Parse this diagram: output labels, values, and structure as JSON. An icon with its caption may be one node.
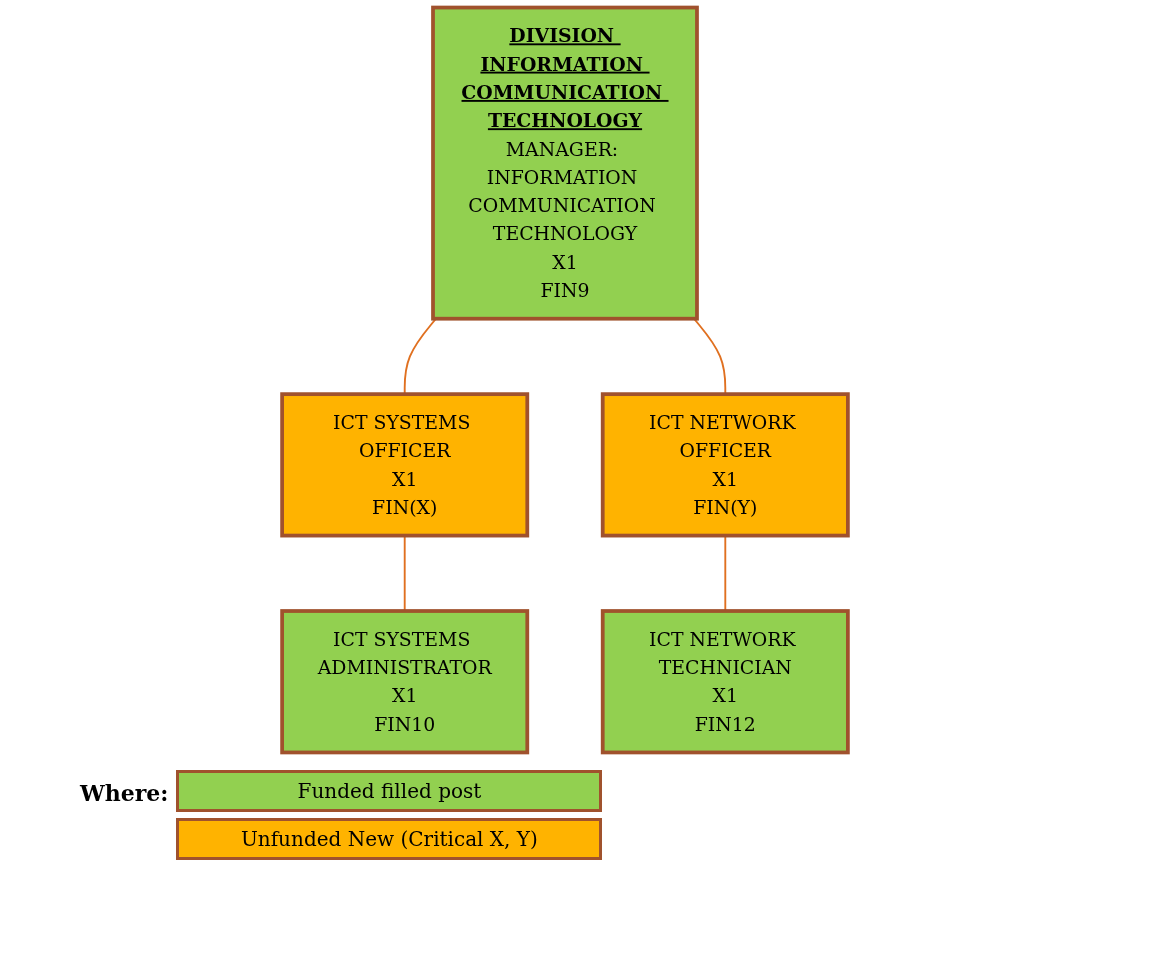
{
  "diagram": {
    "nodes": [
      {
        "text": [
          "DIVISION INFORMATION COMMUNICATION TECHNOLOGY",
          "MANAGER: INFORMATION COMMUNICATION TECHNOLOGY",
          "X1",
          "FIN9"
        ]
      },
      {
        "text": [
          "ICT SYSTEMS OFFICER",
          "X1",
          "FIN(X)"
        ]
      },
      {
        "text": [
          "ICT NETWORK OFFICER",
          "X1",
          "FIN(Y)"
        ]
      },
      {
        "text": [
          "ICT SYSTEMS ADMINISTRATOR",
          "X1",
          "FIN10"
        ]
      },
      {
        "text": [
          "ICT NETWORK TECHNICIAN",
          "X1",
          "FIN12"
        ]
      }
    ],
    "edges": [
      {
        "from": 0,
        "to": 1,
        "arrow": "none",
        "color": "#e07020"
      },
      {
        "from": 0,
        "to": 2,
        "arrow": "none",
        "color": "#e07020"
      },
      {
        "from": 1,
        "to": 3,
        "arrow": "none",
        "color": "#e07020"
      },
      {
        "from": 2,
        "to": 4,
        "arrow": "none",
        "color": "#e07020"
      }
    ],
    "labels": [
      "Where:"
    ],
    "legend": [
      {
        "text": "Funded filled post",
        "color": "#92d050"
      },
      {
        "text": "Unfunded New (Critical X, Y)",
        "color": "#ffb300"
      }
    ]
  }
}
